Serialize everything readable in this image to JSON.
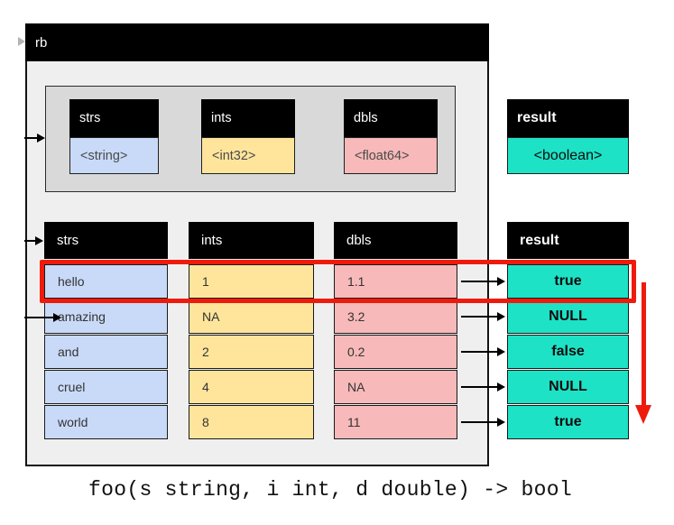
{
  "rb": {
    "title": "rb"
  },
  "schema": {
    "columns": [
      {
        "name": "strs",
        "type": "<string>"
      },
      {
        "name": "ints",
        "type": "<int32>"
      },
      {
        "name": "dbls",
        "type": "<float64>"
      }
    ],
    "result": {
      "name": "result",
      "type": "<boolean>"
    }
  },
  "table": {
    "columns": [
      {
        "header": "strs",
        "values": [
          "hello",
          "amazing",
          "and",
          "cruel",
          "world"
        ]
      },
      {
        "header": "ints",
        "values": [
          "1",
          "NA",
          "2",
          "4",
          "8"
        ]
      },
      {
        "header": "dbls",
        "values": [
          "1.1",
          "3.2",
          "0.2",
          "NA",
          "11"
        ]
      }
    ],
    "result_column": {
      "header": "result",
      "values": [
        "true",
        "NULL",
        "false",
        "NULL",
        "true"
      ]
    }
  },
  "caption": "foo(s string, i int, d double) -> bool",
  "colors": {
    "string_fill": "#c9daf8",
    "int_fill": "#ffe59b",
    "double_fill": "#f7b9b9",
    "boolean_fill": "#1de2c6",
    "schema_panel_fill": "#d9d9d9",
    "rb_fill": "#efefef",
    "header_black": "#000000",
    "highlight_red": "#ee1b0c"
  }
}
